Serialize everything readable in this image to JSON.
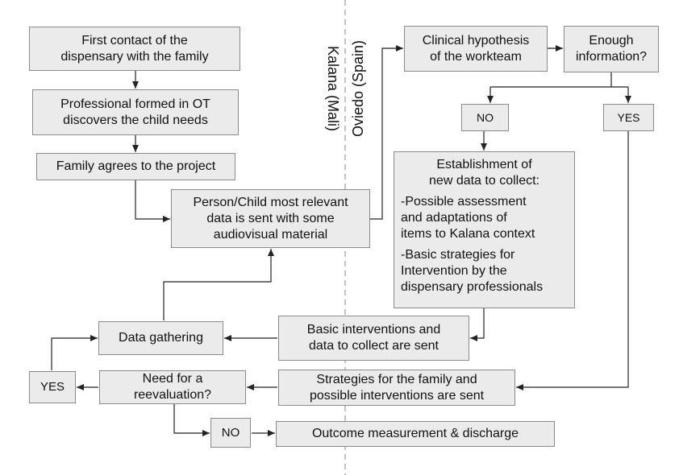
{
  "regions": {
    "left": "Kalana (Mali)",
    "right": "Oviedo (Spain)"
  },
  "boxes": {
    "first_contact": [
      "First contact of the",
      "dispensary with the family"
    ],
    "professional": [
      "Professional formed in OT",
      "discovers the child needs"
    ],
    "family_agrees": [
      "Family agrees to the project"
    ],
    "person_data": [
      "Person/Child most relevant",
      "data is sent with some",
      "audiovisual material"
    ],
    "clinical": [
      "Clinical hypothesis",
      "of the workteam"
    ],
    "enough": [
      "Enough",
      "information?"
    ],
    "no_top": "NO",
    "yes_top": "YES",
    "establishment": {
      "head": [
        "Establishment of",
        "new data to collect:"
      ],
      "p1": [
        "-Possible assessment",
        "and adaptations of",
        "items to Kalana context"
      ],
      "p2": [
        "-Basic strategies for",
        "Intervention by the",
        "dispensary professionals"
      ]
    },
    "basic": [
      "Basic interventions and",
      "data to collect are sent"
    ],
    "data_gathering": [
      "Data gathering"
    ],
    "strategies": [
      "Strategies for the family and",
      "possible interventions are sent"
    ],
    "need": [
      "Need for a",
      "reevaluation?"
    ],
    "yes_bottom": "YES",
    "no_bottom": "NO",
    "outcome": [
      "Outcome measurement & discharge"
    ]
  },
  "colors": {
    "box_fill": "#ebebeb",
    "box_border": "#8a8a8a",
    "line": "#222222",
    "divider": "#9a9a9a"
  }
}
